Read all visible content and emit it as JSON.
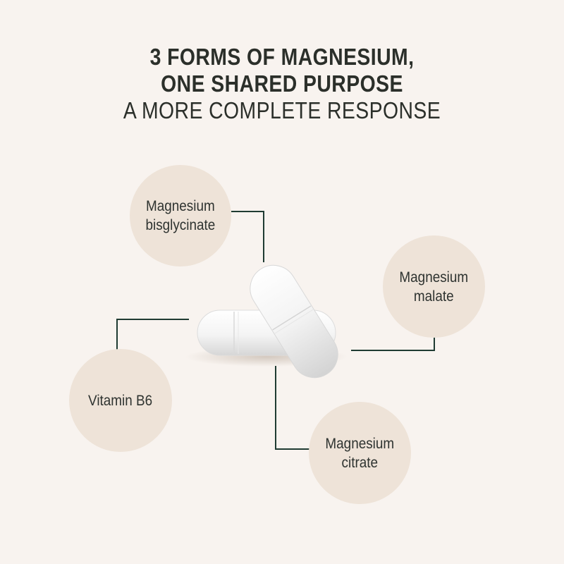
{
  "headline": {
    "line1": "3 FORMS OF MAGNESIUM,",
    "line2": "ONE SHARED PURPOSE",
    "line3": "A MORE COMPLETE RESPONSE"
  },
  "ingredients": [
    {
      "label": "Magnesium\nbisglycinate"
    },
    {
      "label": "Magnesium\nmalate"
    },
    {
      "label": "Vitamin B6"
    },
    {
      "label": "Magnesium\ncitrate"
    }
  ],
  "colors": {
    "background": "#f8f3ef",
    "bubble": "#eee3d8",
    "connector": "#1f3b32",
    "text": "#2b2f2a"
  }
}
